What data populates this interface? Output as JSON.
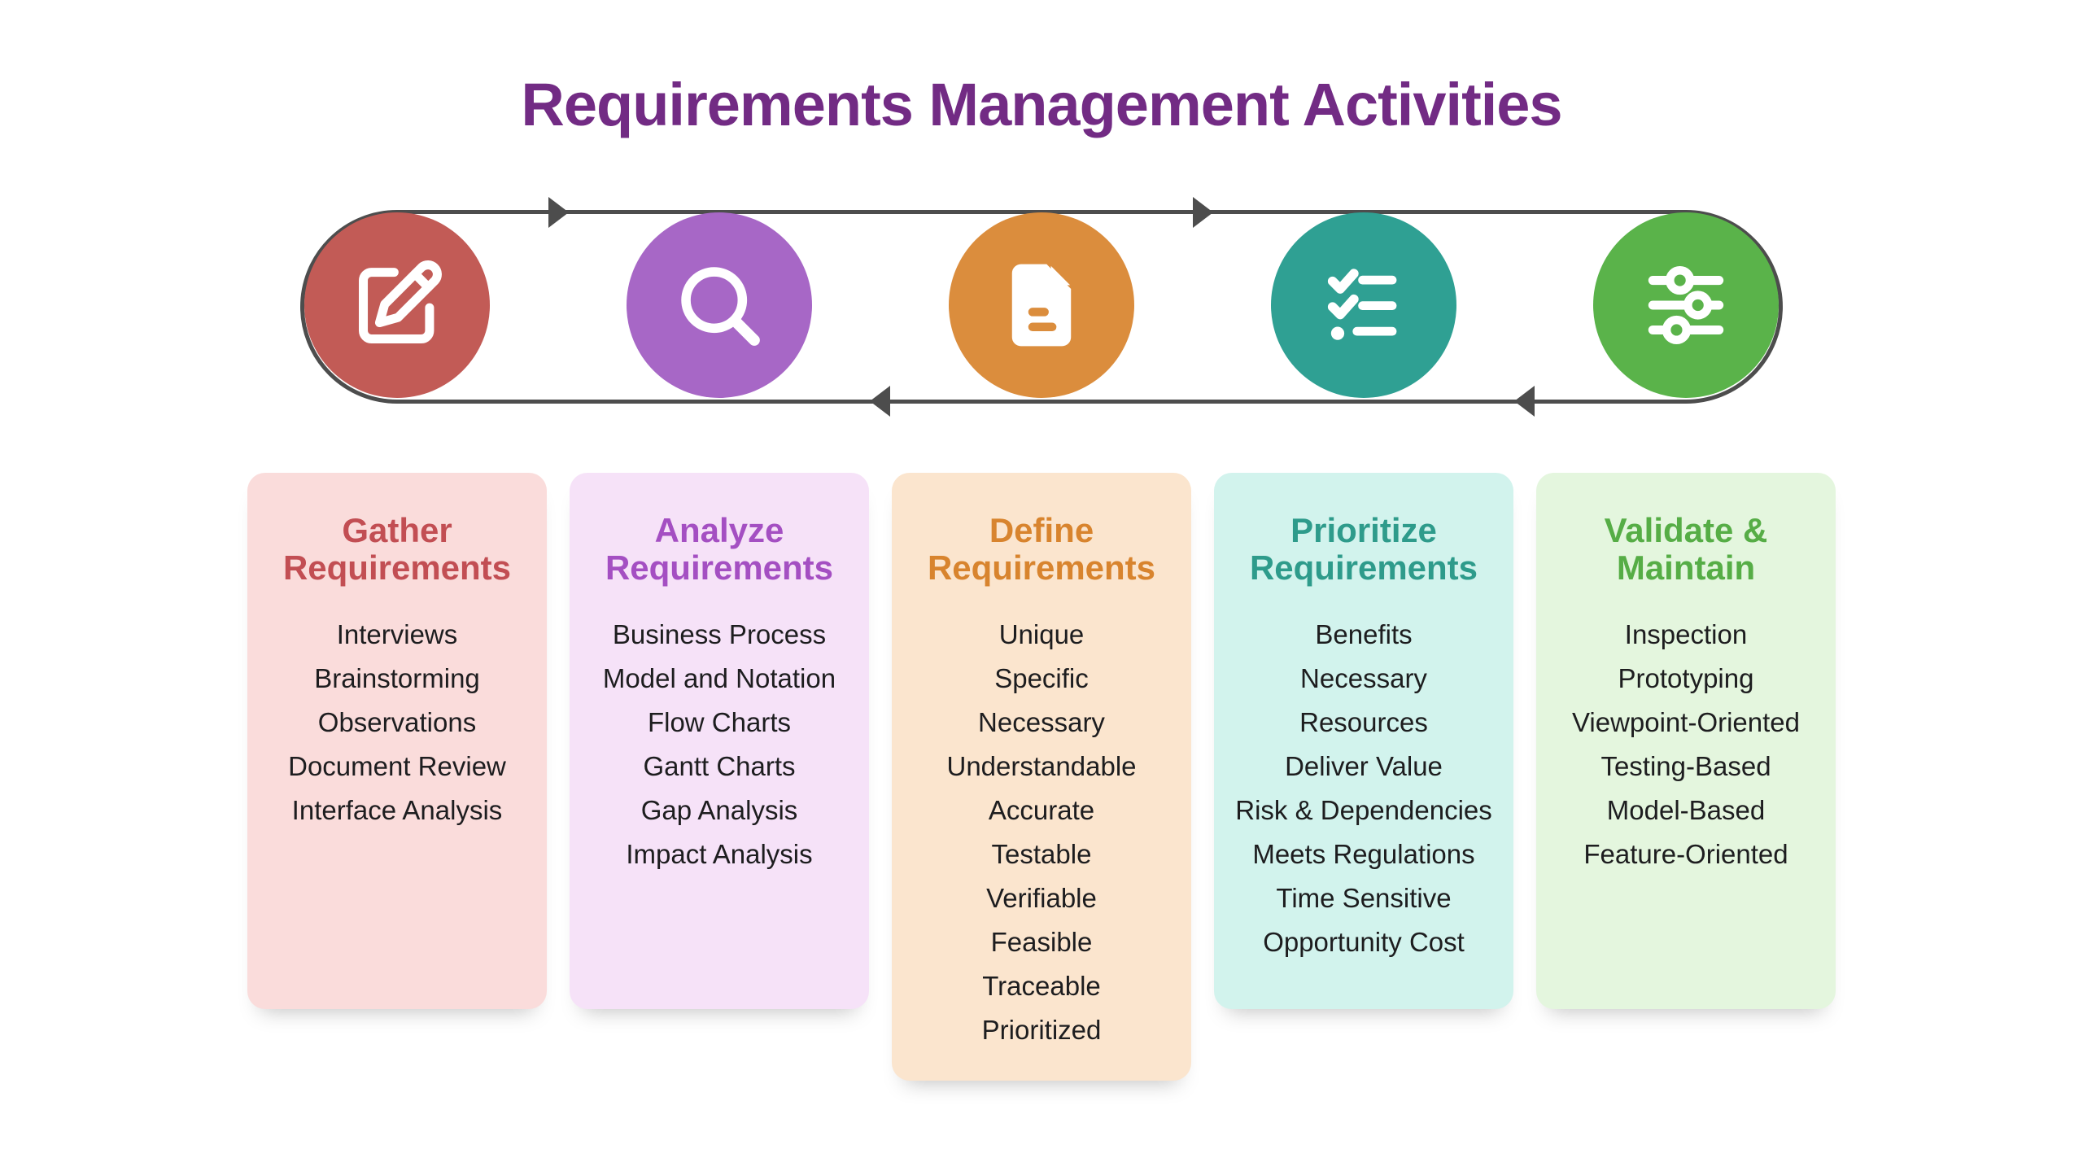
{
  "page": {
    "background": "#FFFFFF"
  },
  "title": {
    "text": "Requirements Management Activities",
    "color": "#722B84"
  },
  "flow_loop": {
    "line_color": "#4D4D4D",
    "top_direction": "right",
    "bottom_direction": "left",
    "steps": [
      {
        "name": "gather-requirements",
        "icon": "edit-icon",
        "color": "#C25B56"
      },
      {
        "name": "analyze-requirements",
        "icon": "search-icon",
        "color": "#A767C6"
      },
      {
        "name": "define-requirements",
        "icon": "document-icon",
        "color": "#DB8D3D"
      },
      {
        "name": "prioritize-requirements",
        "icon": "checklist-icon",
        "color": "#2FA093"
      },
      {
        "name": "validate-maintain",
        "icon": "sliders-icon",
        "color": "#5AB34A"
      }
    ]
  },
  "cards": [
    {
      "title": "Gather Requirements",
      "title_color": "#C24E53",
      "background": "#FADCDB",
      "items": [
        "Interviews",
        "Brainstorming",
        "Observations",
        "Document Review",
        "Interface Analysis"
      ]
    },
    {
      "title": "Analyze Requirements",
      "title_color": "#A44FC2",
      "background": "#F6E2F8",
      "items": [
        "Business Process",
        "Model and Notation",
        "Flow Charts",
        "Gantt Charts",
        "Gap Analysis",
        "Impact Analysis"
      ]
    },
    {
      "title": "Define Requirements",
      "title_color": "#D8842E",
      "background": "#FBE5CE",
      "items": [
        "Unique",
        "Specific",
        "Necessary",
        "Understandable",
        "Accurate",
        "Testable",
        "Verifiable",
        "Feasible",
        "Traceable",
        "Prioritized"
      ]
    },
    {
      "title": "Prioritize Requirements",
      "title_color": "#2E9B8B",
      "background": "#D2F3ED",
      "items": [
        "Benefits",
        "Necessary",
        "Resources",
        "Deliver Value",
        "Risk & Dependencies",
        "Meets Regulations",
        "Time Sensitive",
        "Opportunity Cost"
      ]
    },
    {
      "title": "Validate & Maintain",
      "title_color": "#56AD46",
      "background": "#E4F6DE",
      "items": [
        "Inspection",
        "Prototyping",
        "Viewpoint-Oriented",
        "Testing-Based",
        "Model-Based",
        "Feature-Oriented"
      ]
    }
  ]
}
